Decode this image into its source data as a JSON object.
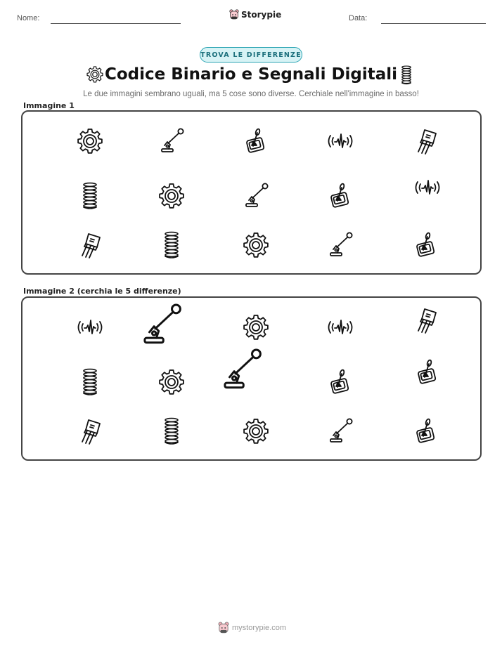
{
  "header": {
    "name_label": "Nome:",
    "date_label": "Data:",
    "brand": "Storypie"
  },
  "badge": "TROVA LE DIFFERENZE",
  "title": "Codice Binario e Segnali Digitali",
  "subtitle": "Le due immagini sembrano uguali, ma 5 cose sono diverse. Cerchiale nell'immagine in basso!",
  "panel1": {
    "label": "Immagine 1",
    "items": [
      "gear-icon",
      "lever-icon",
      "joystick-icon",
      "signal-wave-icon",
      "transistor-icon",
      "spring-icon",
      "gear-icon",
      "lever-icon",
      "joystick-icon",
      "signal-wave-icon",
      "transistor-icon",
      "spring-icon",
      "gear-icon",
      "lever-icon",
      "joystick-icon"
    ]
  },
  "panel2": {
    "label": "Immagine 2 (cerchia le 5 differenze)",
    "items": [
      "signal-wave-icon",
      "lever-icon",
      "gear-icon",
      "signal-wave-icon",
      "transistor-icon",
      "spring-icon",
      "gear-icon",
      "lever-icon",
      "joystick-icon",
      "joystick-icon",
      "transistor-icon",
      "spring-icon",
      "gear-icon",
      "lever-icon",
      "joystick-icon"
    ]
  },
  "footer": {
    "site": "mystorypie.com"
  },
  "colors": {
    "accent": "#2aa4b3",
    "badge_bg": "#d7f3f5",
    "ink": "#222222"
  }
}
